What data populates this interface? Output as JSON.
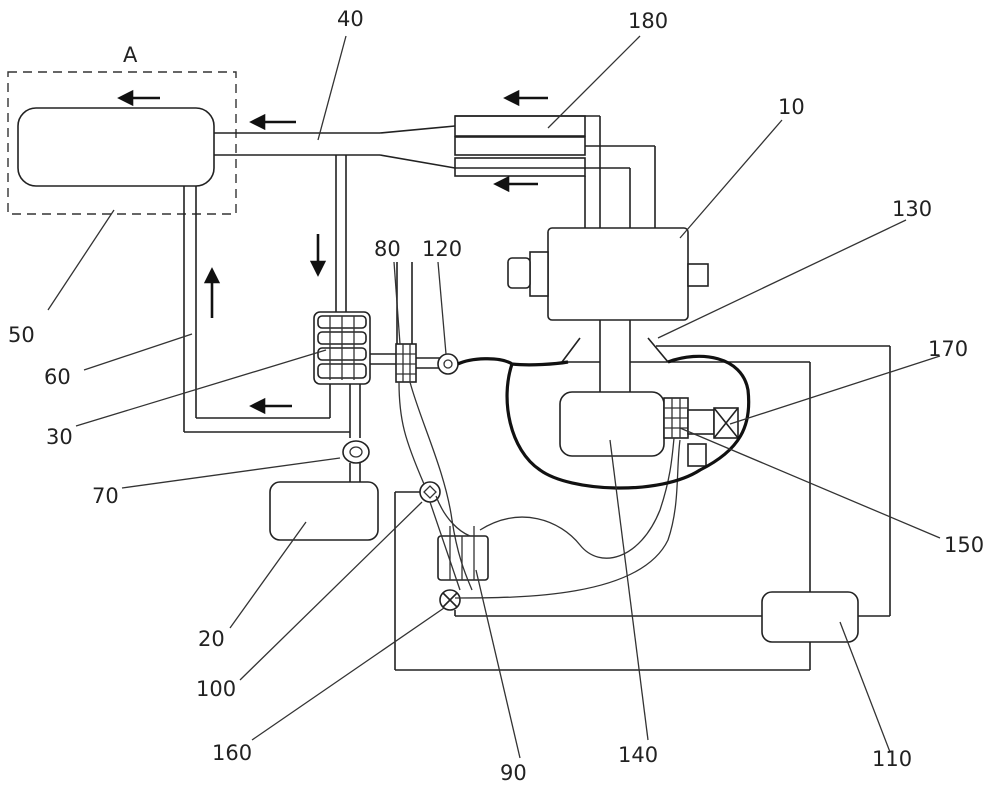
{
  "labels": {
    "a": "A",
    "l10": "10",
    "l20": "20",
    "l30": "30",
    "l40": "40",
    "l50": "50",
    "l60": "60",
    "l70": "70",
    "l80": "80",
    "l90": "90",
    "l100": "100",
    "l110": "110",
    "l120": "120",
    "l130": "130",
    "l140": "140",
    "l150": "150",
    "l160": "160",
    "l170": "170",
    "l180": "180"
  }
}
